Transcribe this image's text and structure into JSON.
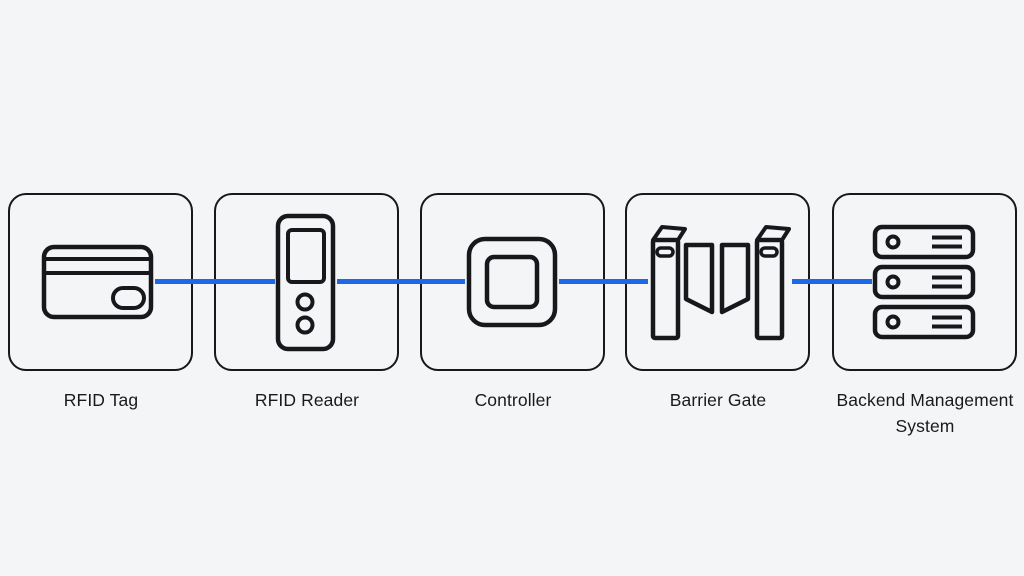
{
  "diagram": {
    "type": "flow",
    "direction": "left-to-right",
    "connector_color": "#1e68e8",
    "outline_color": "#17181c",
    "background_color": "#f4f5f7",
    "label_color": "#191a1d",
    "nodes": [
      {
        "id": "rfid-tag",
        "label": "RFID Tag",
        "icon": "rfid-card-icon"
      },
      {
        "id": "rfid-reader",
        "label": "RFID Reader",
        "icon": "rfid-reader-icon"
      },
      {
        "id": "controller",
        "label": "Controller",
        "icon": "controller-chip-icon"
      },
      {
        "id": "barrier-gate",
        "label": "Barrier Gate",
        "icon": "turnstile-gate-icon"
      },
      {
        "id": "backend-management-system",
        "label": "Backend Management System",
        "icon": "server-stack-icon"
      }
    ],
    "connections": [
      {
        "from": "rfid-tag",
        "to": "rfid-reader"
      },
      {
        "from": "rfid-reader",
        "to": "controller"
      },
      {
        "from": "controller",
        "to": "barrier-gate"
      },
      {
        "from": "barrier-gate",
        "to": "backend-management-system"
      }
    ]
  }
}
